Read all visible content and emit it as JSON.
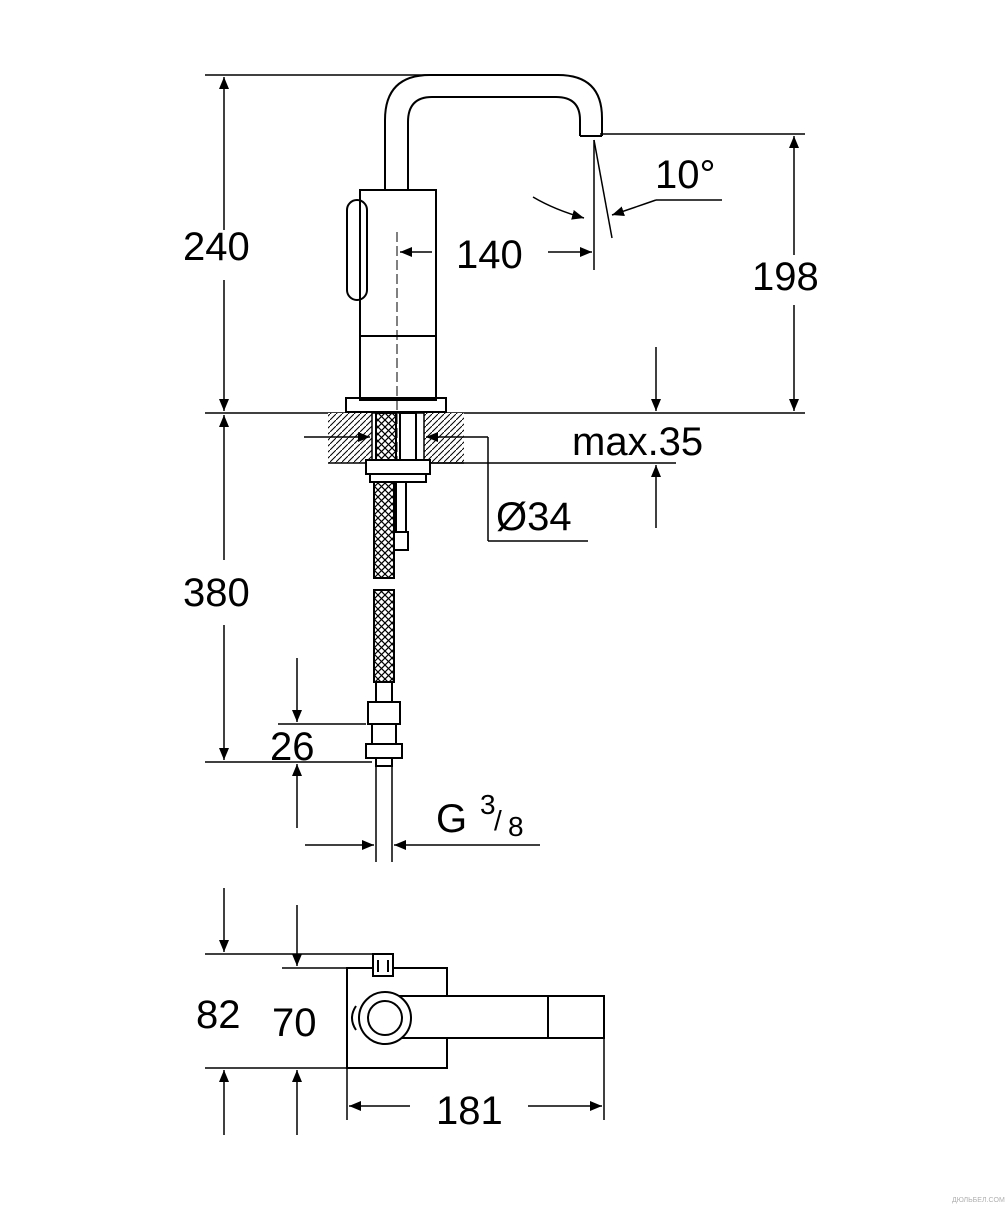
{
  "dimensions": {
    "overall_height": "240",
    "angle": "10°",
    "reach": "140",
    "spout_height": "198",
    "max_deck": "max.35",
    "hole_diameter": "Ø34",
    "hose_length": "380",
    "fitting_length": "26",
    "thread_base": "G",
    "thread_num": "3",
    "thread_den": "8",
    "top_depth": "82",
    "top_width": "70",
    "top_length": "181"
  },
  "watermark": "ДЮЛЬБЕЛ.COM"
}
